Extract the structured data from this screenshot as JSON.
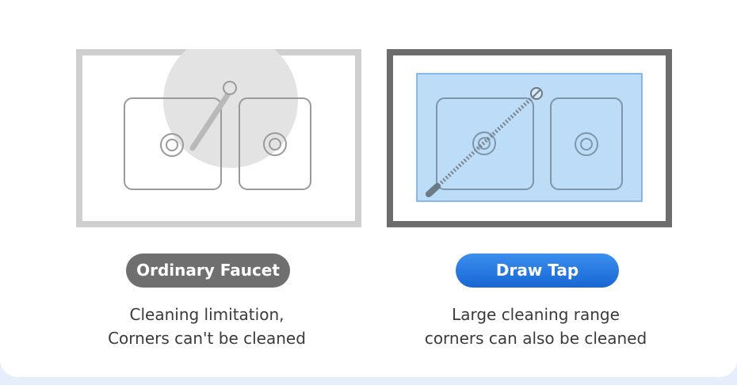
{
  "left": {
    "label": "Ordinary Faucet",
    "description": [
      "Cleaning limitation,",
      "Corners can't be cleaned"
    ]
  },
  "right": {
    "label": "Draw Tap",
    "description": [
      "Large cleaning range",
      "corners can also be cleaned"
    ]
  },
  "colors": {
    "ordinary_pill": "#6f6f6f",
    "draw_tap_pill": "#1f6fdc",
    "coverage_fill": "#bcdcf7",
    "coverage_stroke": "#6aa9e6"
  }
}
